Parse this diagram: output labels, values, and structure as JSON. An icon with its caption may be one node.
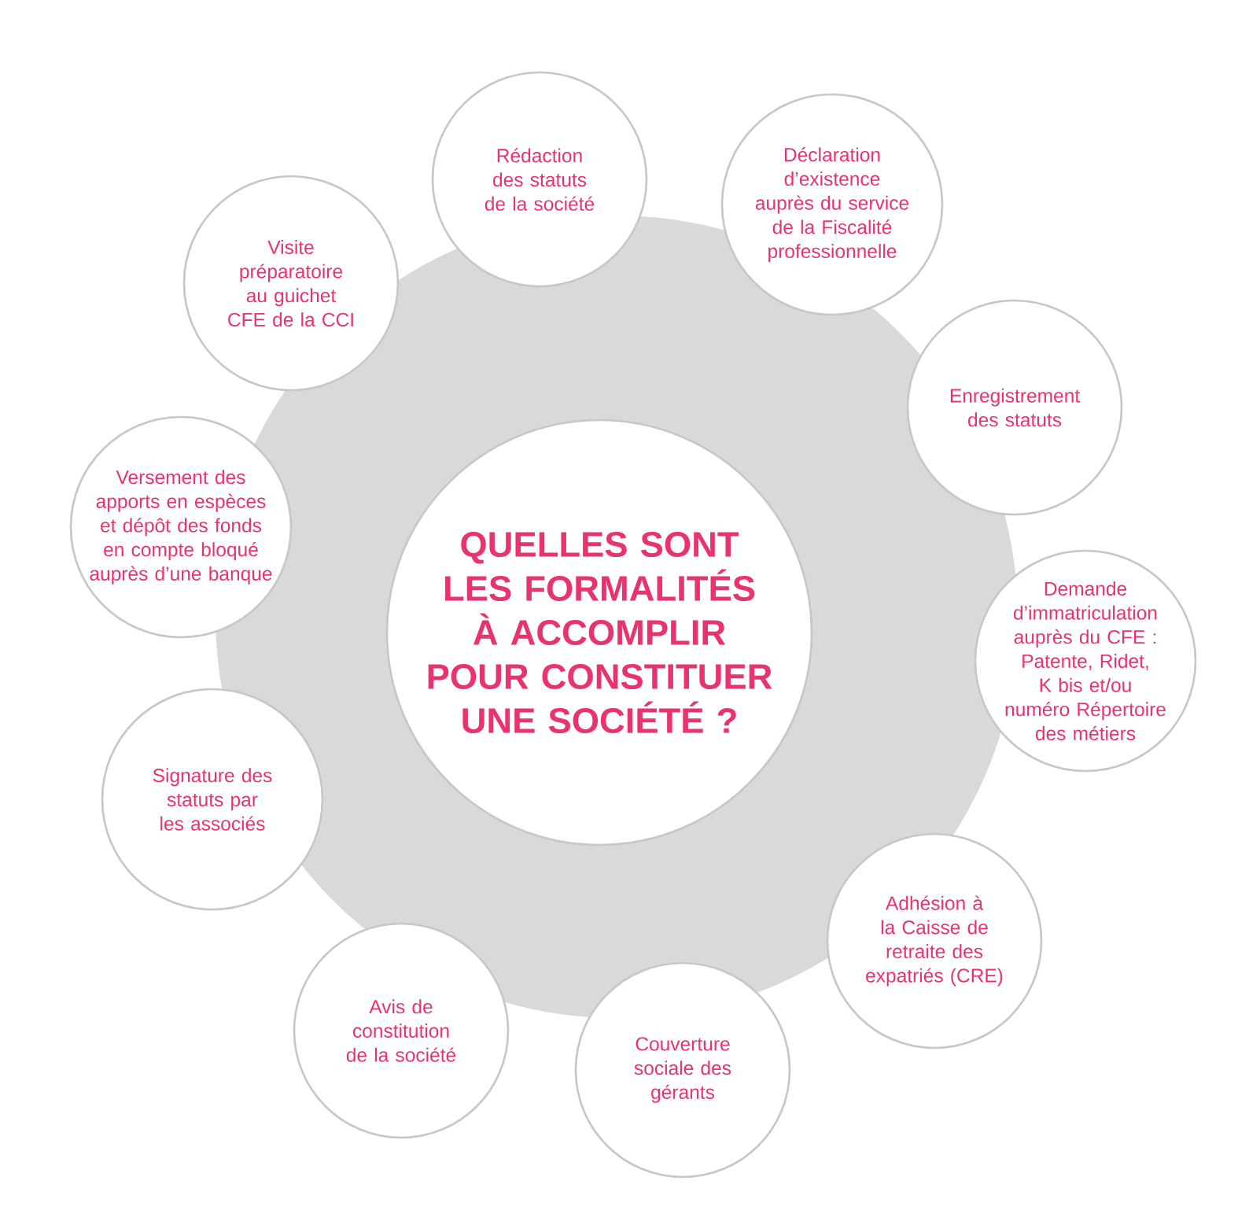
{
  "diagram": {
    "nodes": [
      {
        "text": [
          "QUELLES SONT LES FORMALITÉS À ACCOMPLIR POUR CONSTITUER UNE SOCIÉTÉ ?"
        ]
      },
      {
        "text": [
          "Rédaction des statuts de la société"
        ]
      },
      {
        "text": [
          "Déclaration d’existence auprès du service de la Fiscalité professionnelle"
        ]
      },
      {
        "text": [
          "Enregistrement des statuts"
        ]
      },
      {
        "text": [
          "Demande d’immatriculation auprès du CFE : Patente, Ridet, K bis et/ou numéro Répertoire des métiers"
        ]
      },
      {
        "text": [
          "Adhésion à la Caisse de retraite des expatriés (CRE)"
        ]
      },
      {
        "text": [
          "Couverture sociale des gérants"
        ]
      },
      {
        "text": [
          "Avis de constitution de la société"
        ]
      },
      {
        "text": [
          "Signature des statuts par les associés"
        ]
      },
      {
        "text": [
          "Versement des apports en espèces et dépôt des fonds en compte bloqué auprès d’une banque"
        ]
      },
      {
        "text": [
          "Visite préparatoire au guichet CFE de la CCI"
        ]
      }
    ]
  }
}
